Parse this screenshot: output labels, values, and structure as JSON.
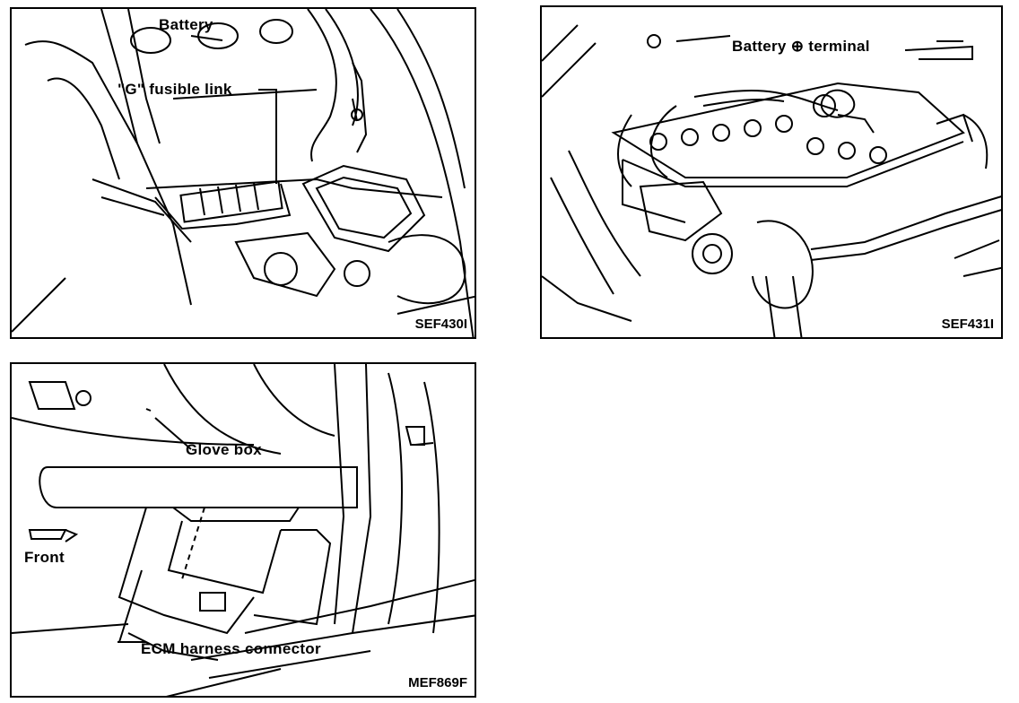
{
  "panels": [
    {
      "labels": {
        "battery": "Battery",
        "fusible_link": "\"G\" fusible link"
      },
      "figure_code": "SEF430I"
    },
    {
      "labels": {
        "battery_terminal": "Battery ⊕ terminal"
      },
      "figure_code": "SEF431I"
    },
    {
      "labels": {
        "glove_box": "Glove box",
        "front": "Front",
        "ecm_connector": "ECM harness connector"
      },
      "figure_code": "MEF869F"
    }
  ]
}
